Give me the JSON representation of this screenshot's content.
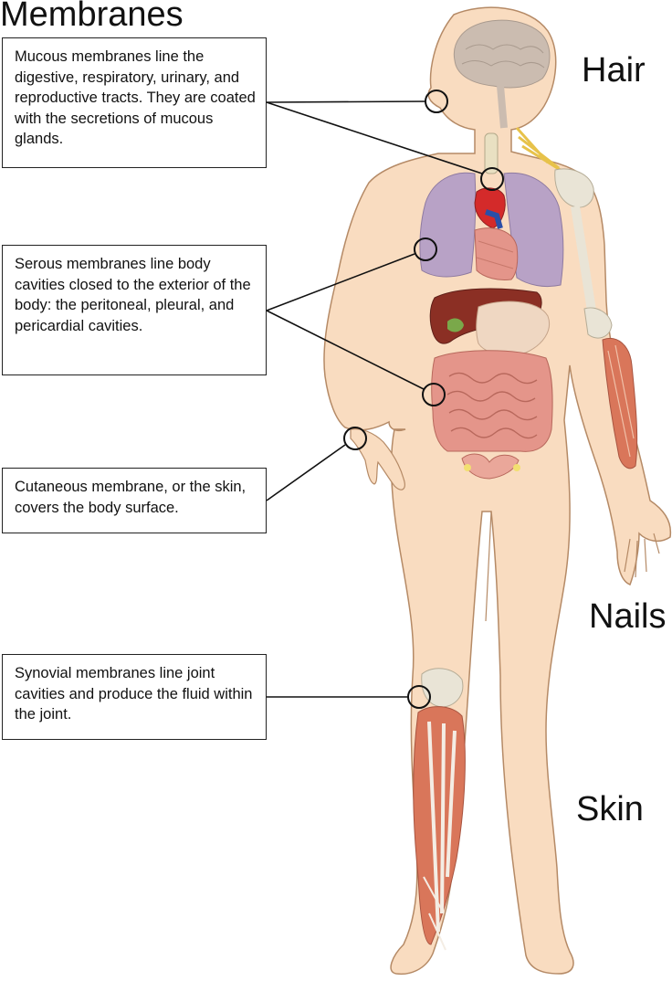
{
  "title": "Membranes",
  "callouts": {
    "mucous": "Mucous membranes line the digestive, respiratory, urinary, and reproductive tracts. They are coated with the secretions of mucous glands.",
    "serous": "Serous membranes line body cavities closed to the exterior of the body: the peritoneal, pleural, and pericardial cavities.",
    "cutaneous": "Cutaneous membrane, or the skin, covers the body surface.",
    "synovial": "Synovial membranes line joint cavities and produce the fluid within the joint."
  },
  "labels": {
    "hair": "Hair",
    "nails": "Nails",
    "skin": "Skin"
  },
  "colors": {
    "skin": "#f9dcc0",
    "skin_outline": "#b58a66",
    "lungs": "#b8a2c6",
    "liver": "#8b2f24",
    "intestine": "#e4958a",
    "muscle": "#d9765a",
    "brain": "#cbbcb0",
    "heart": "#d42a2a",
    "vein": "#2a4fa8"
  }
}
